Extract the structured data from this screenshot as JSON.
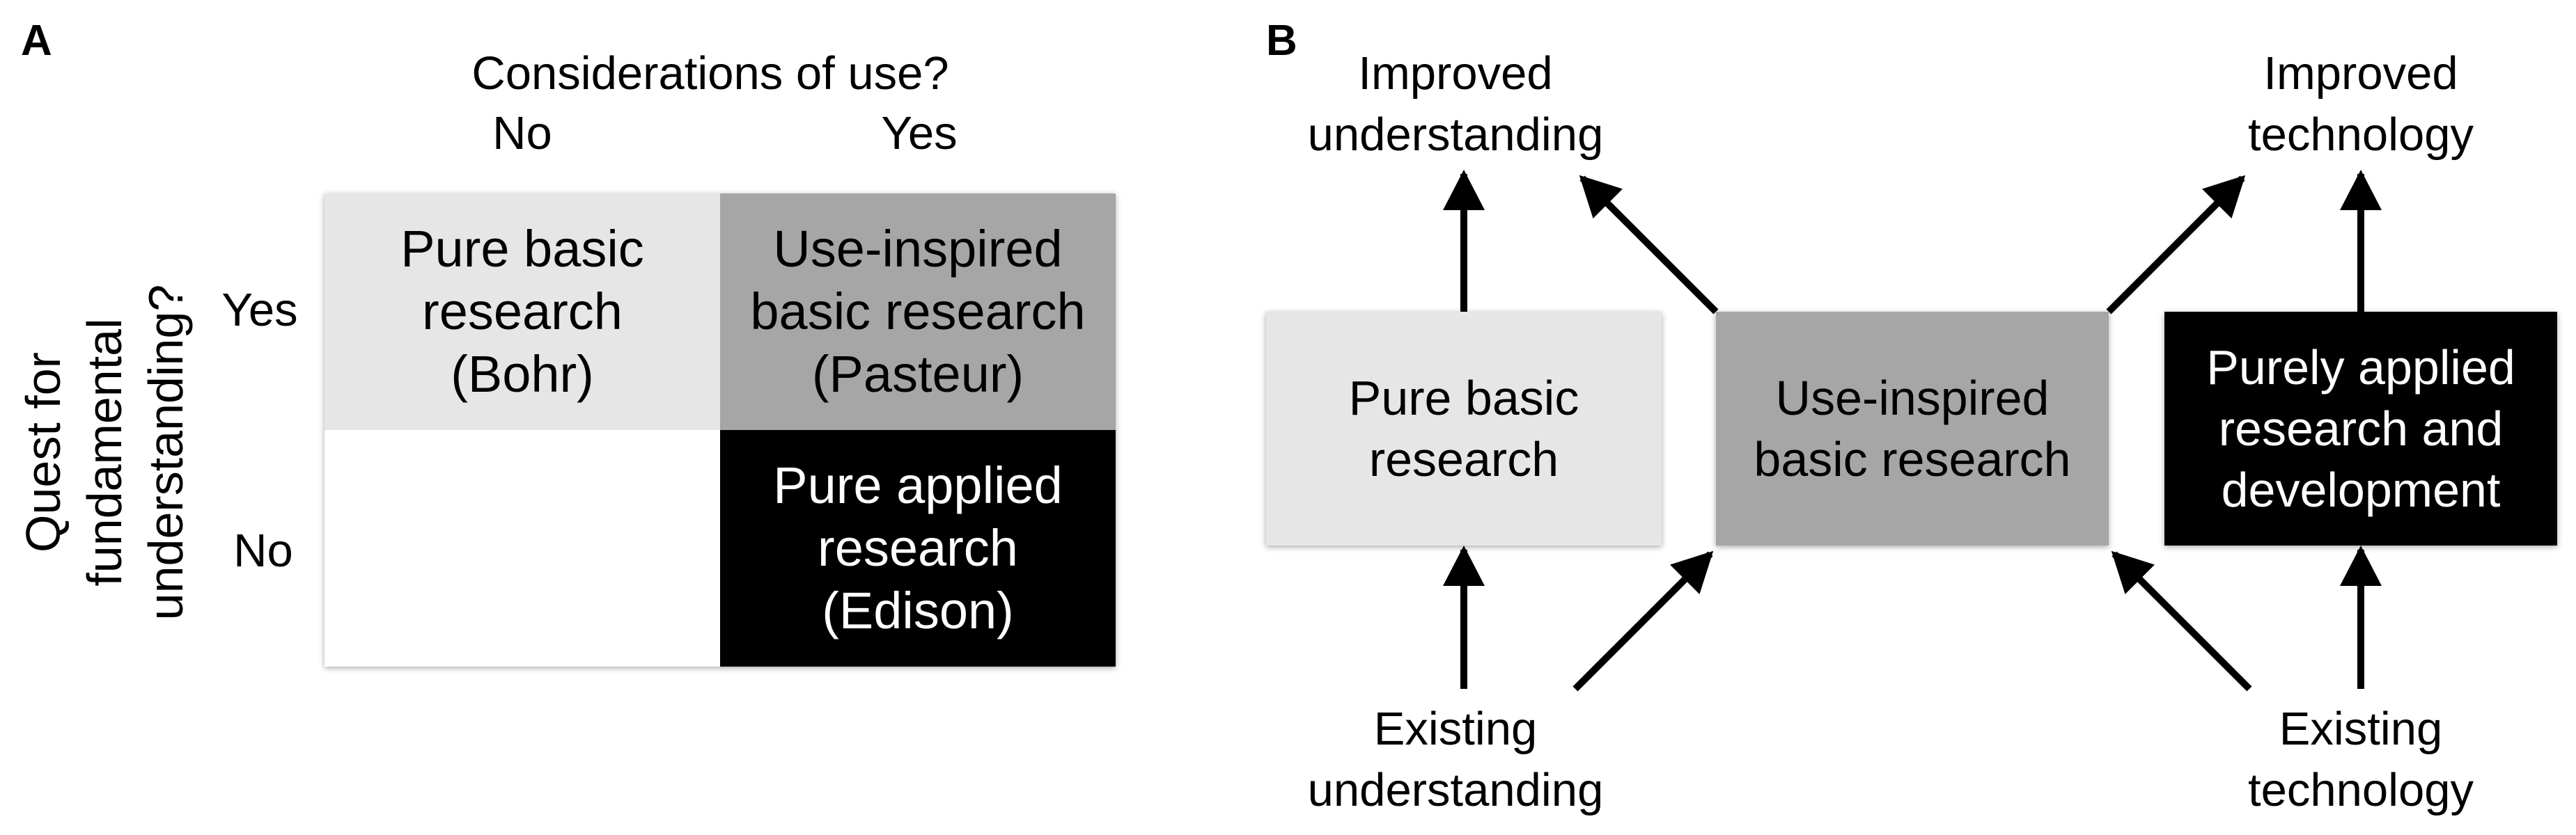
{
  "panel_a": {
    "label": "A",
    "col_header_title": "Considerations of use?",
    "col_no": "No",
    "col_yes": "Yes",
    "row_title_line1": "Quest for",
    "row_title_line2": "fundamental",
    "row_title_line3": "understanding?",
    "row_yes": "Yes",
    "row_no": "No",
    "cells": {
      "top_left": {
        "line1": "Pure basic",
        "line2": "research",
        "line3": "(Bohr)"
      },
      "top_right": {
        "line1": "Use-inspired",
        "line2": "basic research",
        "line3": "(Pasteur)"
      },
      "bottom_left": {
        "line1": "",
        "line2": "",
        "line3": ""
      },
      "bottom_right": {
        "line1": "Pure applied",
        "line2": "research",
        "line3": "(Edison)"
      }
    }
  },
  "panel_b": {
    "label": "B",
    "improved_understanding": {
      "line1": "Improved",
      "line2": "understanding"
    },
    "improved_technology": {
      "line1": "Improved",
      "line2": "technology"
    },
    "existing_understanding": {
      "line1": "Existing",
      "line2": "understanding"
    },
    "existing_technology": {
      "line1": "Existing",
      "line2": "technology"
    },
    "box_pure_basic": {
      "line1": "Pure basic",
      "line2": "research"
    },
    "box_use_inspired": {
      "line1": "Use-inspired",
      "line2": "basic research"
    },
    "box_purely_applied": {
      "line1": "Purely applied",
      "line2": "research and",
      "line3": "development"
    }
  },
  "colors": {
    "light_gray": "#e6e6e6",
    "mid_gray": "#a6a6a6",
    "black": "#000000",
    "white": "#ffffff"
  }
}
